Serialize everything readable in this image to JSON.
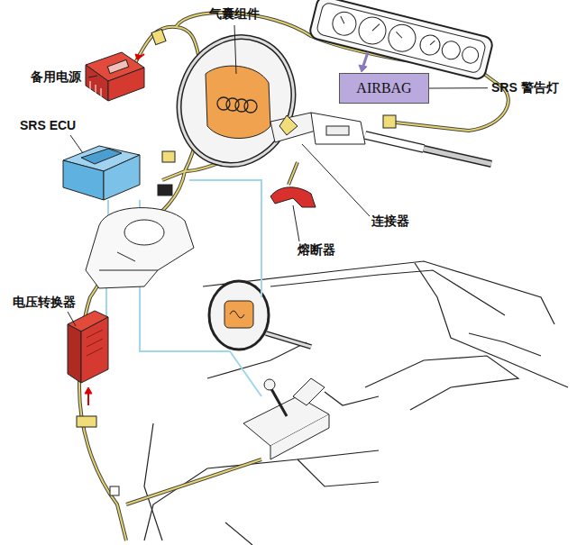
{
  "diagram": {
    "nodes": [
      {
        "text": [
          "AIRBAG"
        ]
      }
    ],
    "labels": [
      "气囊组件",
      "备用电源",
      "SRS ECU",
      "电压转换器",
      "SRS 警告灯",
      "连接器",
      "熔断器"
    ]
  }
}
